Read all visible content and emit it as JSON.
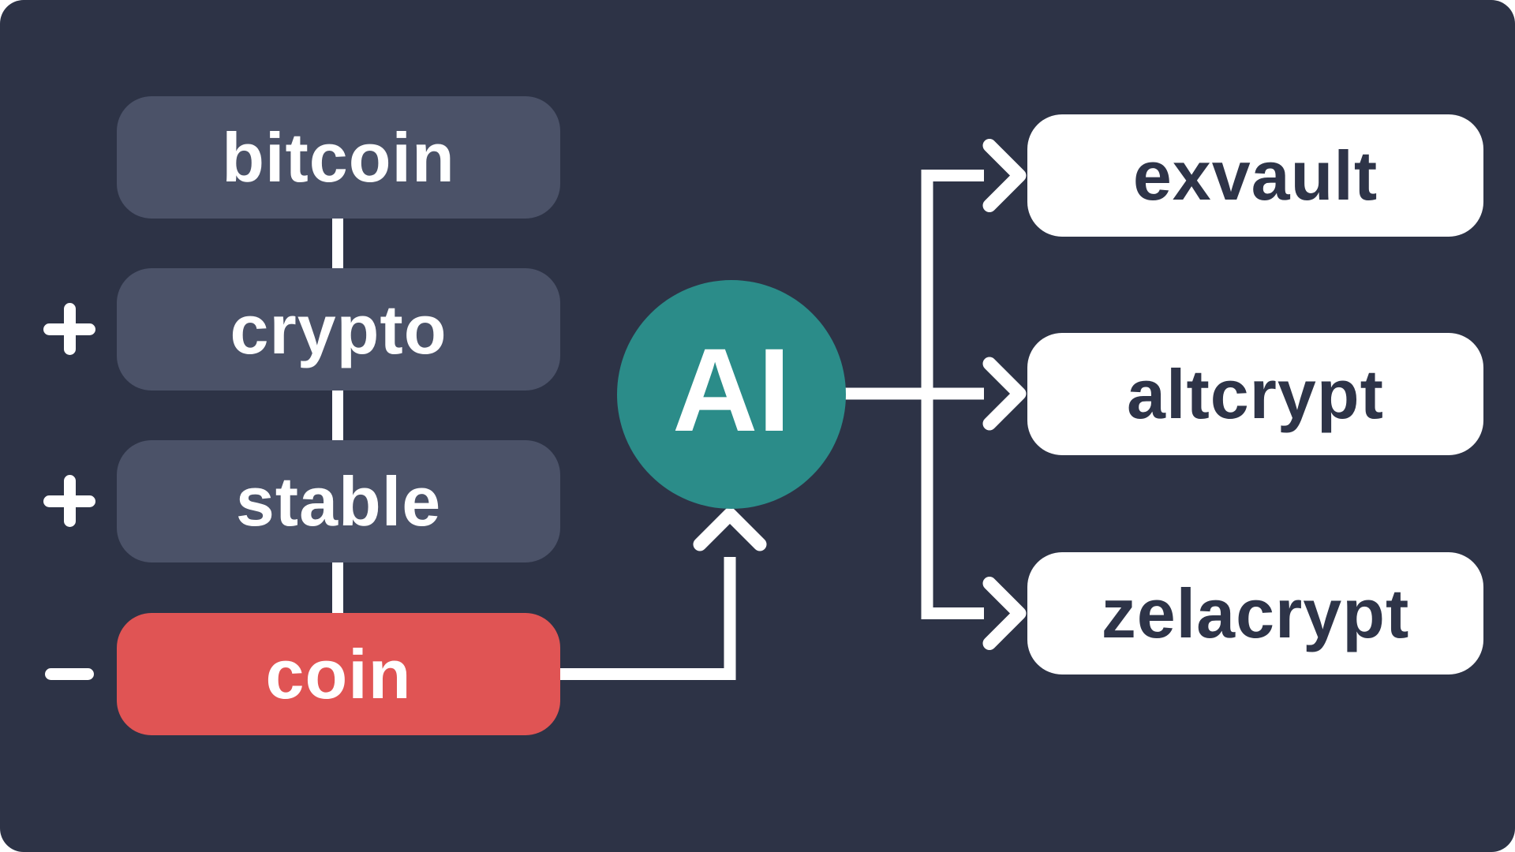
{
  "colors": {
    "page_bg": "#ffffff",
    "canvas_bg": "#2d3346",
    "node_slate": "#4b5268",
    "node_negative": "#e05454",
    "processor_teal": "#2b8c89",
    "wire_white": "#ffffff",
    "label_light": "#ffffff",
    "label_dark": "#2e3448"
  },
  "diagram": {
    "inputs": [
      {
        "label": "bitcoin",
        "operator": "",
        "variant": "slate"
      },
      {
        "label": "crypto",
        "operator": "+",
        "variant": "slate"
      },
      {
        "label": "stable",
        "operator": "+",
        "variant": "slate"
      },
      {
        "label": "coin",
        "operator": "−",
        "variant": "negative"
      }
    ],
    "processor": {
      "label": "AI"
    },
    "outputs": [
      {
        "label": "exvault"
      },
      {
        "label": "altcrypt"
      },
      {
        "label": "zelacrypt"
      }
    ]
  }
}
